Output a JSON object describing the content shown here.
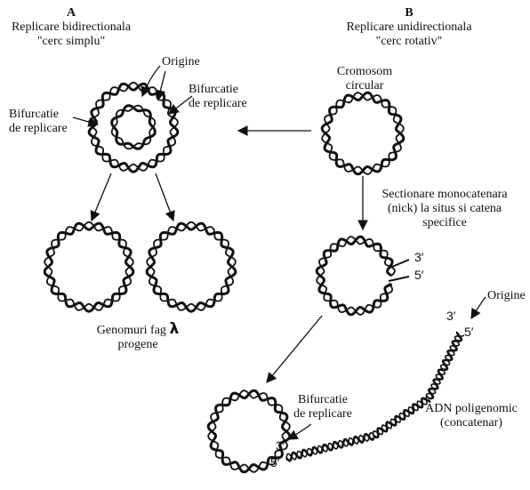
{
  "panelA": {
    "letter": "A",
    "title": "Replicare bidirectionala",
    "subtitle": "\"cerc simplu\"",
    "origin_label": "Origine",
    "fork_left_l1": "Bifurcatie",
    "fork_left_l2": "de replicare",
    "fork_right_l1": "Bifurcatie",
    "fork_right_l2": "de replicare",
    "progeny_l1": "Genomuri fag",
    "progeny_lambda": "λ",
    "progeny_l2": "progene"
  },
  "panelB": {
    "letter": "B",
    "title": "Replicare unidirectionala",
    "subtitle": "\"cerc rotativ\"",
    "chromosome_l1": "Cromosom",
    "chromosome_l2": "circular",
    "nick_l1": "Sectionare monocatenara",
    "nick_l2": "(nick) la situs si catena",
    "nick_l3": "specifice",
    "end3_a": "3′",
    "end5_a": "5′",
    "origin_label": "Origine",
    "end3_b": "3′",
    "end5_b": "5′",
    "fork_l1": "Bifurcatie",
    "fork_l2": "de replicare",
    "end3_c": "3′",
    "end5_c": "5′",
    "concat_l1": "ADN poligenomic",
    "concat_l2": "(concatenar)"
  }
}
